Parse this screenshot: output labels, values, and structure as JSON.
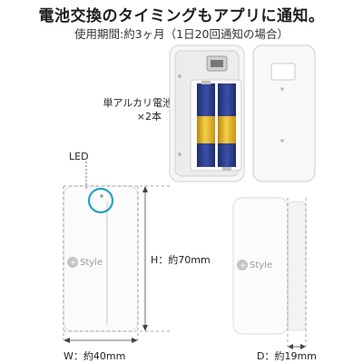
{
  "header": {
    "title": "電池交換のタイミングもアプリに通知。",
    "subtitle": "使用期間:約3ヶ月（1日20回通知の場合）"
  },
  "battery": {
    "type_label": "単アルカリ電池",
    "count_label": "×2本"
  },
  "led": {
    "label": "LED",
    "ring_color": "#25a5b8"
  },
  "dimensions": {
    "height_label": "H：約70mm",
    "width_label": "W：約40mm",
    "depth_label": "D：約19mm"
  },
  "brand": {
    "name": "Style",
    "prefix_icon": "plus-circle-icon"
  },
  "colors": {
    "battery_gold": "#e2b329",
    "battery_blue": "#2b3d8c",
    "dashed_line": "#8a8a8a"
  }
}
